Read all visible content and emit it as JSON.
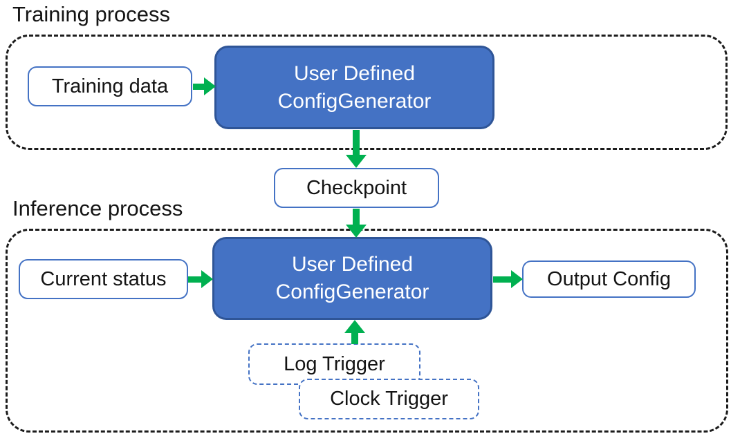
{
  "colors": {
    "box_blue_fill": "#4472C4",
    "box_blue_border": "#2F5597",
    "white_box_border": "#4472C4",
    "arrow_green": "#00B050"
  },
  "training": {
    "label": "Training process",
    "input_box": "Training data",
    "generator": {
      "line1": "User Defined",
      "line2": "ConfigGenerator"
    }
  },
  "checkpoint": {
    "label": "Checkpoint"
  },
  "inference": {
    "label": "Inference process",
    "input_box": "Current status",
    "generator": {
      "line1": "User Defined",
      "line2": "ConfigGenerator"
    },
    "output_box": "Output Config",
    "triggers": {
      "log": "Log Trigger",
      "clock": "Clock Trigger"
    }
  }
}
